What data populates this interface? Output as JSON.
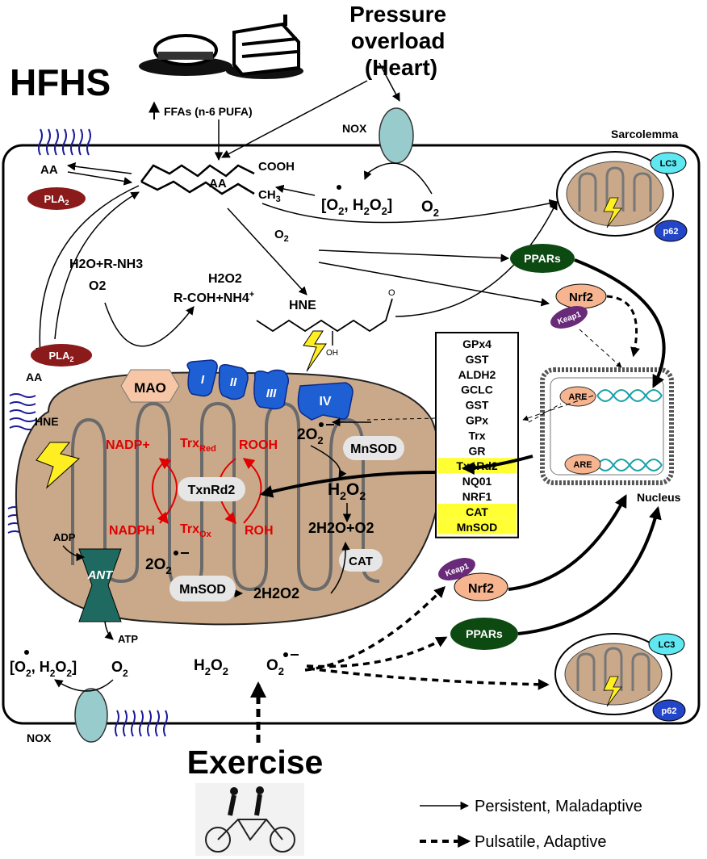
{
  "header": {
    "hfhs": "HFHS",
    "pressure_line1": "Pressure",
    "pressure_line2": "overload",
    "pressure_line3": "(Heart)",
    "ffas": "FFAs (n-6 PUFA)"
  },
  "membrane": {
    "sarcolemma": "Sarcolemma",
    "nox": "NOX",
    "nucleus": "Nucleus"
  },
  "lipids": {
    "aa": "AA",
    "cooh": "COOH",
    "ch3": "CH",
    "ch3_sub": "3",
    "pla2": "PLA",
    "pla2_sub": "2",
    "o2": "O",
    "o2_sub": "2",
    "hne": "HNE",
    "hne_oh": "OH",
    "hne_o": "O"
  },
  "ros_top": {
    "open": "[O",
    "sub2": "2",
    "mid": ", H",
    "h2": "2",
    "o": "O",
    "close": "]",
    "o2": "O",
    "o2_sub": "2"
  },
  "mao_reaction": {
    "reactant": "H2O+R-NH3",
    "o2": "O2",
    "h2o2": "H2O2",
    "product": "R-COH+NH4",
    "product_sup": "+"
  },
  "mito": {
    "mao": "MAO",
    "complexes": [
      "I",
      "II",
      "III",
      "IV"
    ],
    "hne": "HNE",
    "nadp_plus": "NADP+",
    "trx_red": "Trx",
    "trx_red_sub": "Red",
    "rooh": "ROOH",
    "txnrd2": "TxnRd2",
    "nadph": "NADPH",
    "trx_ox": "Trx",
    "trx_ox_sub": "Ox",
    "roh": "ROH",
    "superoxide_top": "2O",
    "superoxide_bottom": "2O",
    "sub2": "2",
    "h2o2": "H",
    "h2o2_mid": "O",
    "h2o2_sub": "2",
    "water_o2": "2H2O+O2",
    "two_h2o2": "2H2O2",
    "mnsod": "MnSOD",
    "cat": "CAT",
    "ant": "ANT",
    "adp": "ADP",
    "atp": "ATP"
  },
  "genes": {
    "items": [
      "GPx4",
      "GST",
      "ALDH2",
      "GCLC",
      "GST",
      "GPx",
      "Trx",
      "GR",
      "TxnRd2",
      "NQ01",
      "NRF1",
      "CAT",
      "MnSOD"
    ],
    "highlighted": [
      "TxnRd2",
      "CAT",
      "MnSOD"
    ],
    "highlight_color": "#ffff33"
  },
  "signaling": {
    "ppars": "PPARs",
    "nrf2": "Nrf2",
    "keap1": "Keap1",
    "are": "ARE",
    "lc3": "LC3",
    "p62": "p62"
  },
  "exercise": {
    "label": "Exercise",
    "h2o2": "H",
    "o2": "O",
    "sub2": "2"
  },
  "legend": {
    "persistent": "Persistent, Maladaptive",
    "pulsatile": "Pulsatile, Adaptive"
  },
  "colors": {
    "mito_fill": "#c9a98a",
    "complex_blue": "#1e5fd4",
    "pla2_red": "#8b1a1a",
    "ppars_green": "#0d4a12",
    "keap1_purple": "#6a2a7a",
    "nrf2_peach": "#f6b48f",
    "nox_teal": "#98cccc",
    "ant_teal": "#1f6a60",
    "lc3_cyan": "#5fe8f2",
    "p62_blue": "#2345c8",
    "redox_red": "#e10000"
  }
}
